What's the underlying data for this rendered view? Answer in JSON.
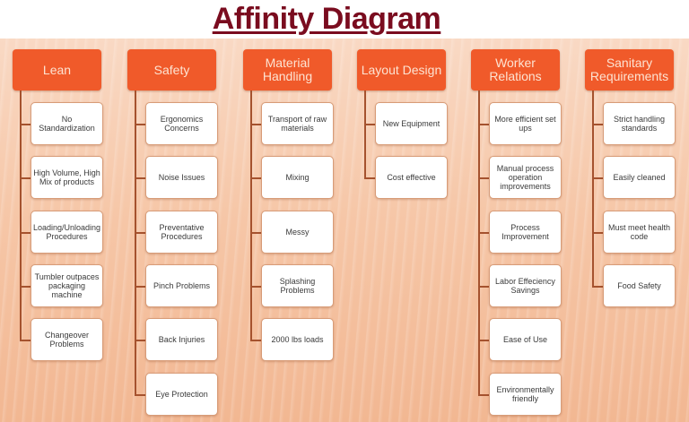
{
  "title": "Affinity Diagram",
  "colors": {
    "title": "#7a0c1f",
    "header_fill": "#f05a2a",
    "header_text": "#fde3d2",
    "connector": "#a5522e",
    "card_border": "#d89c78",
    "background": "#f6c7a8"
  },
  "columns": [
    {
      "header": "Lean",
      "items": [
        "No Standardization",
        "High Volume, High Mix of products",
        "Loading/Unloading Procedures",
        "Tumbler outpaces packaging machine",
        "Changeover Problems"
      ]
    },
    {
      "header": "Safety",
      "items": [
        "Ergonomics Concerns",
        "Noise Issues",
        "Preventative Procedures",
        "Pinch Problems",
        "Back Injuries",
        "Eye Protection"
      ]
    },
    {
      "header": "Material Handling",
      "items": [
        "Transport of raw materials",
        "Mixing",
        "Messy",
        "Splashing Problems",
        "2000 lbs loads"
      ]
    },
    {
      "header": "Layout Design",
      "items": [
        "New Equipment",
        "Cost effective"
      ]
    },
    {
      "header": "Worker Relations",
      "items": [
        "More efficient set ups",
        "Manual process operation improvements",
        "Process Improvement",
        "Labor Effeciency Savings",
        "Ease of Use",
        "Environmentally friendly"
      ]
    },
    {
      "header": "Sanitary Requirements",
      "items": [
        "Strict handling standards",
        "Easily cleaned",
        "Must meet health code",
        "Food Safety"
      ]
    }
  ]
}
